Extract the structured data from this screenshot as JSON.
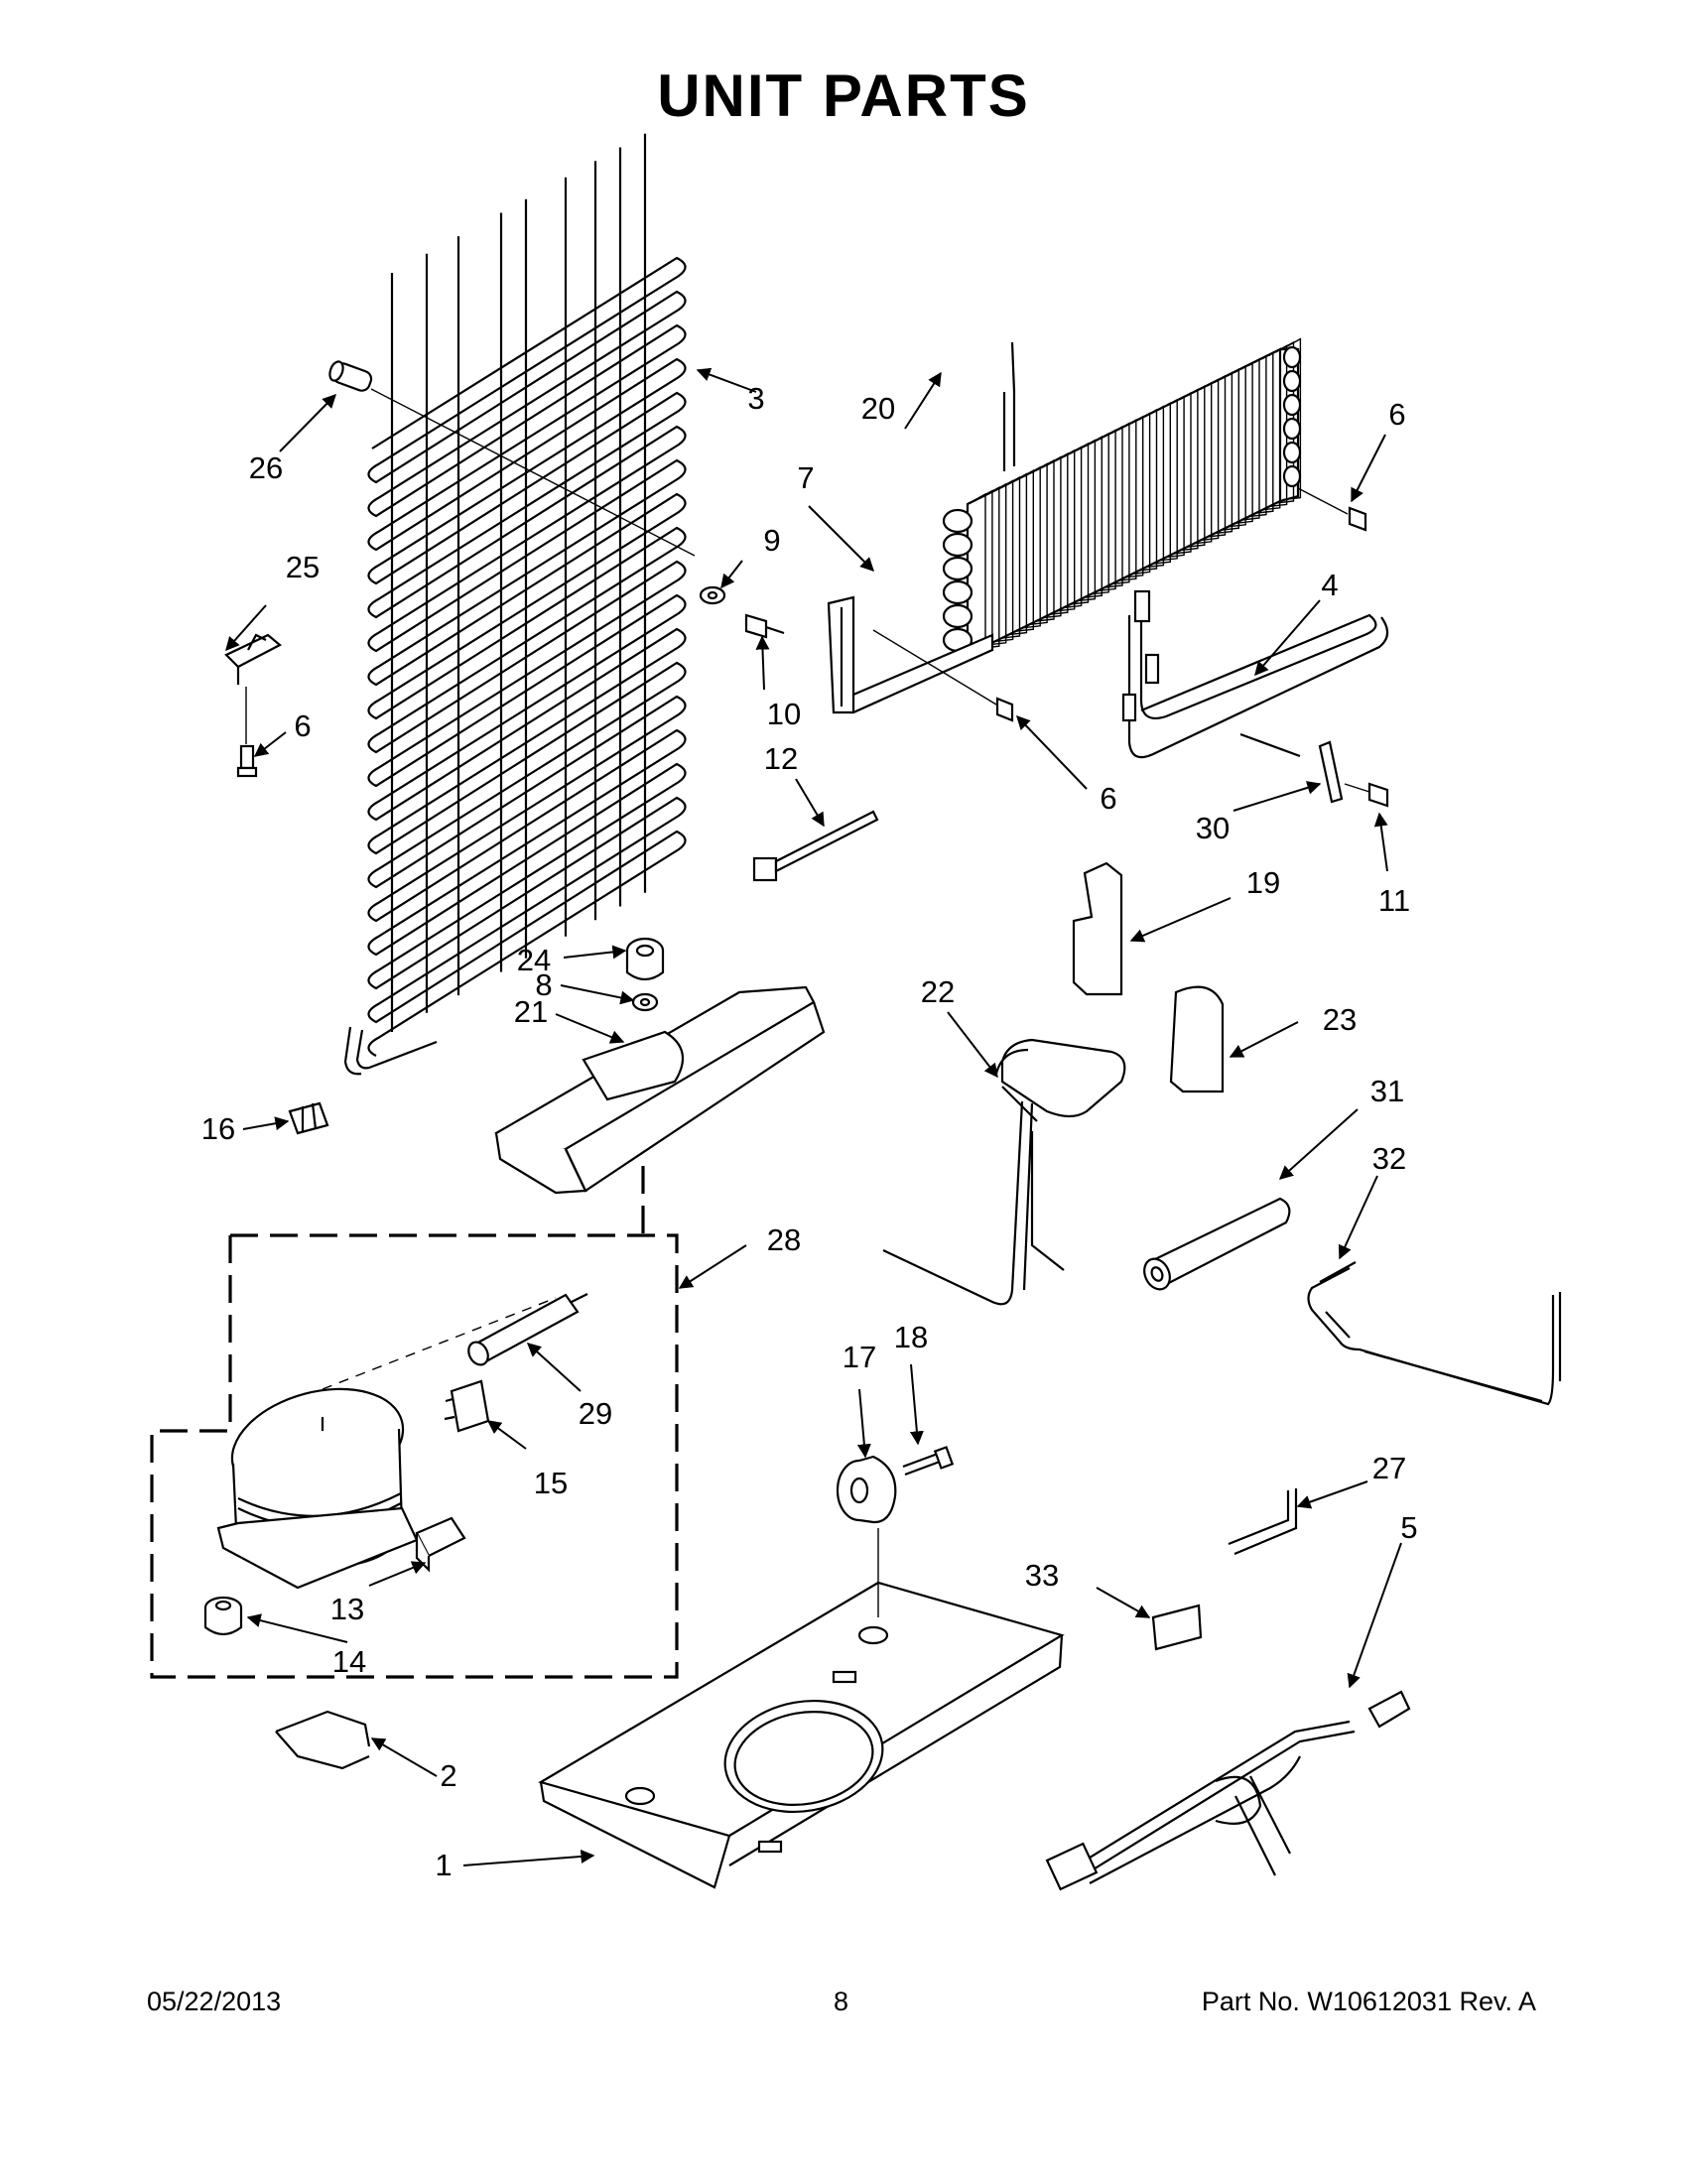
{
  "title": "UNIT PARTS",
  "callouts": {
    "c1": "1",
    "c2": "2",
    "c3": "3",
    "c4": "4",
    "c5": "5",
    "c6a": "6",
    "c6b": "6",
    "c6c": "6",
    "c7": "7",
    "c8": "8",
    "c9": "9",
    "c10": "10",
    "c11": "11",
    "c12": "12",
    "c13": "13",
    "c14": "14",
    "c15": "15",
    "c16": "16",
    "c17": "17",
    "c18": "18",
    "c19": "19",
    "c20": "20",
    "c21": "21",
    "c22": "22",
    "c23": "23",
    "c24": "24",
    "c25": "25",
    "c26": "26",
    "c27": "27",
    "c28": "28",
    "c29": "29",
    "c30": "30",
    "c31": "31",
    "c32": "32",
    "c33": "33"
  },
  "footer": {
    "date": "05/22/2013",
    "page": "8",
    "part_no": "Part No.  W10612031  Rev.  A"
  }
}
